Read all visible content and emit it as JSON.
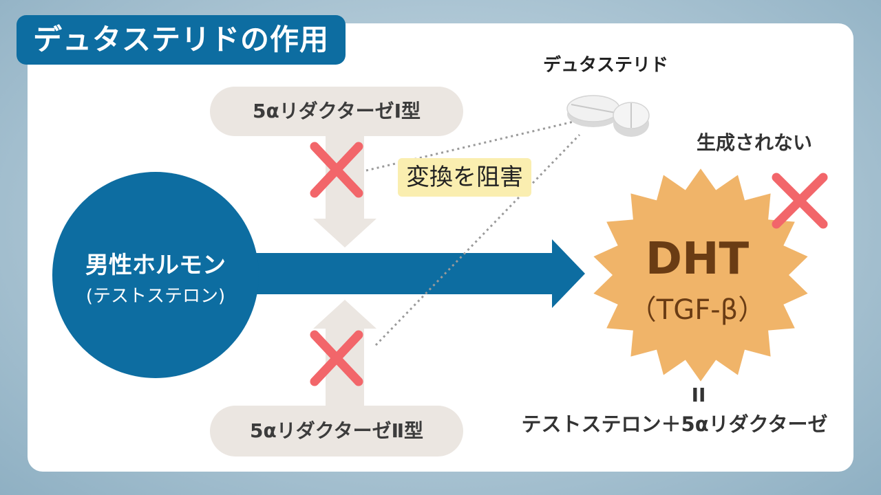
{
  "title": "デュタステリドの作用",
  "enzymes": {
    "type1": "5αリダクターゼI型",
    "type2": "5αリダクターゼⅡ型"
  },
  "hormone": {
    "name": "男性ホルモン",
    "detail": "(テストステロン)"
  },
  "drug": {
    "name": "デュタステリド",
    "action": "変換を阻害"
  },
  "product": {
    "name": "DHT",
    "alias": "（TGF-β）",
    "status": "生成されない",
    "equals": "II",
    "formula": "テストステロン＋5αリダクターゼ"
  },
  "colors": {
    "primary_blue": "#0d6da1",
    "cross_red": "#f2666a",
    "starburst": "#f0b469",
    "highlight": "#faeeb0",
    "pill_bg": "#ebe6e1"
  }
}
